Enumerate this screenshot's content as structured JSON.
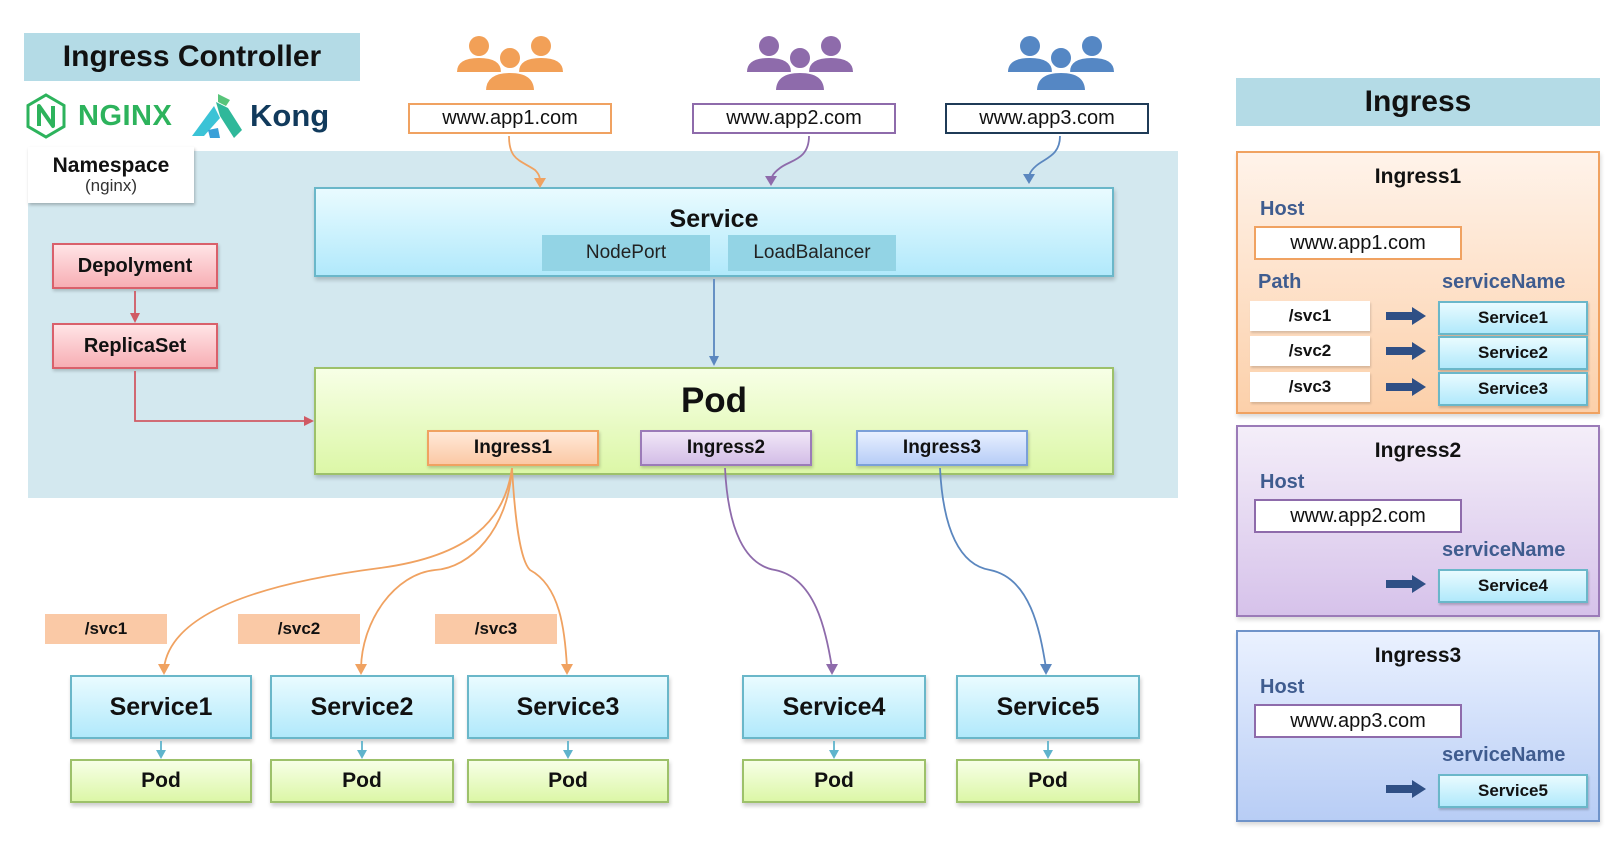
{
  "header": {
    "title": "Ingress Controller",
    "logos": [
      {
        "name": "NGINX",
        "icon": "nginx-logo-icon",
        "color": "#2db35c"
      },
      {
        "name": "Kong",
        "icon": "kong-logo-icon",
        "color": "#113a5c"
      }
    ]
  },
  "namespace": {
    "label": "Namespace",
    "name": "(nginx)"
  },
  "users": [
    {
      "icon": "users-group-icon",
      "color": "#f2a057",
      "host": "www.app1.com",
      "border": "#f0a261"
    },
    {
      "icon": "users-group-icon",
      "color": "#8e6bab",
      "host": "www.app2.com",
      "border": "#8e6bab"
    },
    {
      "icon": "users-group-icon",
      "color": "#5587c4",
      "host": "www.app3.com",
      "border": "#1f3b57"
    }
  ],
  "service": {
    "title": "Service",
    "types": [
      "NodePort",
      "LoadBalancer"
    ]
  },
  "deployment": {
    "label": "Depolyment"
  },
  "replicaset": {
    "label": "ReplicaSet"
  },
  "pod": {
    "title": "Pod",
    "ingresses": [
      "Ingress1",
      "Ingress2",
      "Ingress3"
    ]
  },
  "paths": [
    "/svc1",
    "/svc2",
    "/svc3"
  ],
  "backends": [
    {
      "service": "Service1",
      "pod": "Pod"
    },
    {
      "service": "Service2",
      "pod": "Pod"
    },
    {
      "service": "Service3",
      "pod": "Pod"
    },
    {
      "service": "Service4",
      "pod": "Pod"
    },
    {
      "service": "Service5",
      "pod": "Pod"
    }
  ],
  "colors": {
    "ingress1": "#f0a261",
    "ingress2": "#8e6bab",
    "ingress3": "#5b87bf",
    "replica_arrow": "#d05a64",
    "service_arrow": "#5b87bf",
    "pod_arrow": "#5fb4cc",
    "mapping_arrow": "#2f4f85"
  },
  "ingress_panel": {
    "title": "Ingress",
    "host_label": "Host",
    "path_label": "Path",
    "service_name_label": "serviceName",
    "cards": [
      {
        "title": "Ingress1",
        "host": "www.app1.com",
        "rules": [
          {
            "path": "/svc1",
            "service": "Service1"
          },
          {
            "path": "/svc2",
            "service": "Service2"
          },
          {
            "path": "/svc3",
            "service": "Service3"
          }
        ]
      },
      {
        "title": "Ingress2",
        "host": "www.app2.com",
        "service": "Service4"
      },
      {
        "title": "Ingress3",
        "host": "www.app3.com",
        "service": "Service5"
      }
    ]
  }
}
